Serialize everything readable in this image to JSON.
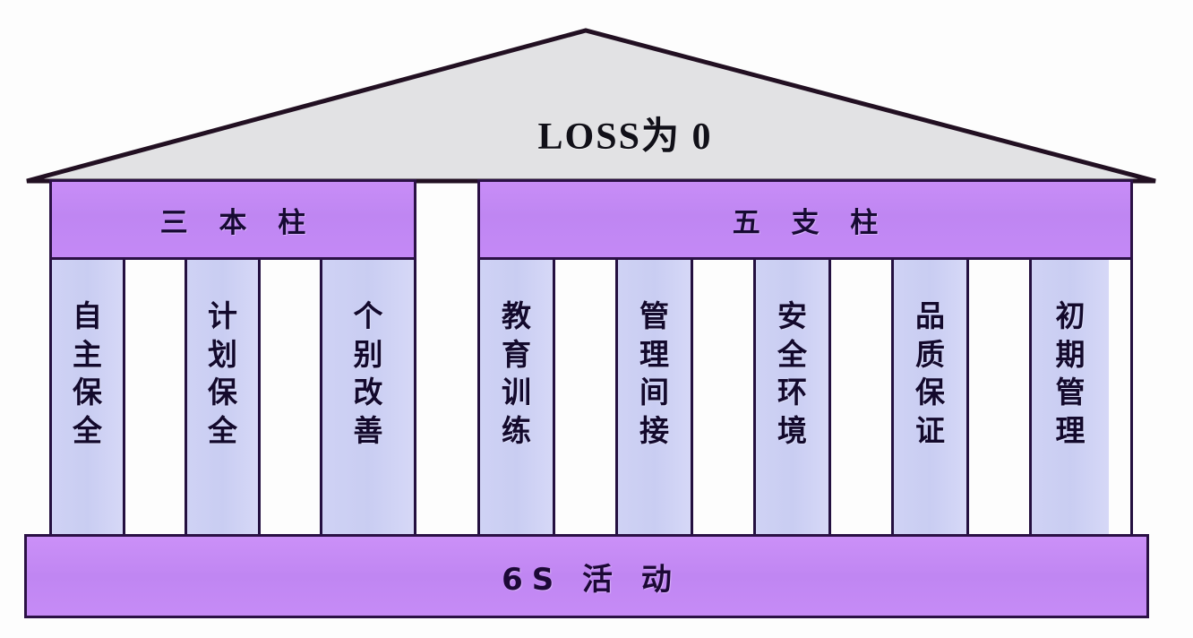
{
  "diagram": {
    "title": "TPM 8 Pillars House",
    "roof": {
      "label": "LOSS为 0"
    },
    "bands": [
      {
        "id": "three-pillars",
        "label": "三 本 柱"
      },
      {
        "id": "five-pillars",
        "label": "五 支 柱"
      }
    ],
    "left_section": {
      "band_label": "三 本 柱",
      "pillars": [
        {
          "label": "自主保全",
          "chars": [
            "自",
            "主",
            "保",
            "全"
          ],
          "filled": true
        },
        {
          "label": "",
          "chars": [],
          "filled": false
        },
        {
          "label": "计划保全",
          "chars": [
            "计",
            "划",
            "保",
            "全"
          ],
          "filled": true
        },
        {
          "label": "",
          "chars": [],
          "filled": false
        },
        {
          "label": "个别改善",
          "chars": [
            "个",
            "别",
            "改",
            "善"
          ],
          "filled": true
        }
      ]
    },
    "right_section": {
      "band_label": "五 支 柱",
      "pillars": [
        {
          "label": "教育训练",
          "chars": [
            "教",
            "育",
            "训",
            "练"
          ],
          "filled": true
        },
        {
          "label": "",
          "chars": [],
          "filled": false
        },
        {
          "label": "管理间接",
          "chars": [
            "管",
            "理",
            "间",
            "接"
          ],
          "filled": true
        },
        {
          "label": "",
          "chars": [],
          "filled": false
        },
        {
          "label": "安全环境",
          "chars": [
            "安",
            "全",
            "环",
            "境"
          ],
          "filled": true
        },
        {
          "label": "",
          "chars": [],
          "filled": false
        },
        {
          "label": "品质保证",
          "chars": [
            "品",
            "质",
            "保",
            "证"
          ],
          "filled": true
        },
        {
          "label": "",
          "chars": [],
          "filled": false
        },
        {
          "label": "初期管理",
          "chars": [
            "初",
            "期",
            "管",
            "理"
          ],
          "filled": true
        }
      ]
    },
    "base": {
      "label": "6S 活 动"
    },
    "colors": {
      "band_fill": "#c088f5",
      "pillar_fill": "#ccd0f3",
      "outline": "#2b1145",
      "roof_fill": "#e2e2e4",
      "text": "#13092c",
      "background": "#fdfdfd"
    }
  }
}
